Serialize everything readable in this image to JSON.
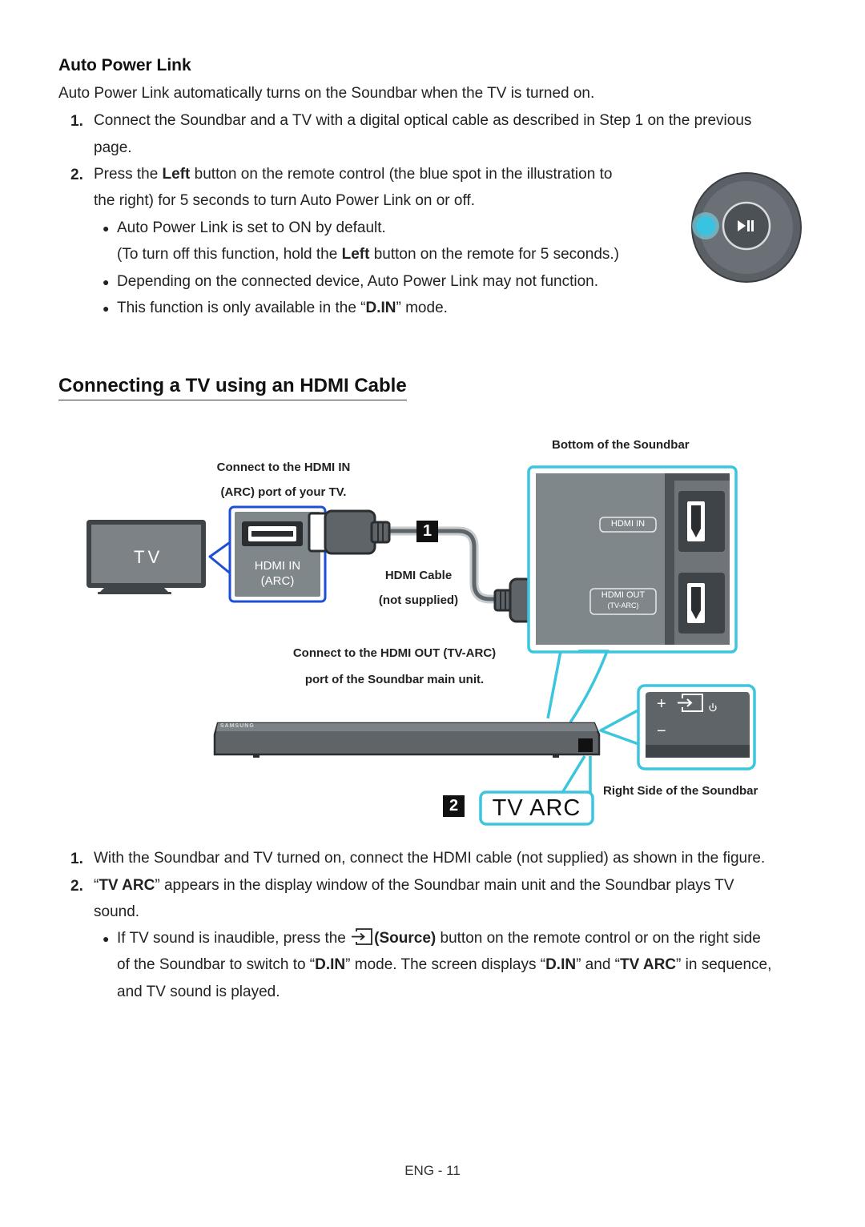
{
  "auto_power_link": {
    "heading": "Auto Power Link",
    "intro": "Auto Power Link automatically turns on the Soundbar when the TV is turned on.",
    "step1_num": "1.",
    "step1_line1": "Connect the Soundbar and a TV with a digital optical cable as described in Step 1 on the previous",
    "step1_line2": "page.",
    "step2_num": "2.",
    "step2_pre": "Press the ",
    "step2_bold": "Left",
    "step2_post": " button on the remote control (the blue spot in the illustration to",
    "step2_line2": "the right) for 5 seconds to turn Auto Power Link on or off.",
    "bullet1": "Auto Power Link is set to ON by default.",
    "bullet1_sub_pre": "(To turn off this function, hold the ",
    "bullet1_sub_bold": "Left",
    "bullet1_sub_post": " button on the remote for 5 seconds.)",
    "bullet2": "Depending on the connected device, Auto Power Link may not function.",
    "bullet3_pre": "This function is only available in the “",
    "bullet3_bold": "D.IN",
    "bullet3_post": "” mode."
  },
  "hdmi_section": {
    "heading": "Connecting a TV using an HDMI Cable"
  },
  "diagram": {
    "tv_label": "TV",
    "tv_port_line1": "HDMI IN",
    "tv_port_line2": "(ARC)",
    "callout_tv_line1": "Connect to the HDMI IN",
    "callout_tv_line2": "(ARC) port of your TV.",
    "bottom_label": "Bottom of the Soundbar",
    "port_hdmi_in": "HDMI IN",
    "port_hdmi_out_line1": "HDMI OUT",
    "port_hdmi_out_line2": "(TV-ARC)",
    "cable_line1": "HDMI Cable",
    "cable_line2": "(not supplied)",
    "callout_sb_line1": "Connect to the HDMI OUT (TV-ARC)",
    "callout_sb_line2": "port of the Soundbar main unit.",
    "step_marker_1": "1",
    "step_marker_2": "2",
    "display_text": "TV ARC",
    "right_side_label": "Right Side of the Soundbar",
    "brand": "SAMSUNG",
    "plus": "+",
    "minus": "−",
    "accent_color": "#3cc6dd",
    "port_box_color": "#1f4fd6"
  },
  "hdmi_steps": {
    "step1_num": "1.",
    "step1": "With the Soundbar and TV turned on, connect the HDMI cable (not supplied) as shown in the figure.",
    "step2_num": "2.",
    "step2_pre": "“",
    "step2_bold": "TV ARC",
    "step2_post": "” appears in the display window of the Soundbar main unit and the Soundbar plays TV",
    "step2_line2": "sound.",
    "bullet_pre": "If TV sound is inaudible, press the ",
    "bullet_source": "(Source)",
    "bullet_post": " button on the remote control or on the right side",
    "bullet_line2_pre": "of the Soundbar to switch to “",
    "bullet_line2_b1": "D.IN",
    "bullet_line2_mid1": "” mode. The screen displays “",
    "bullet_line2_b2": "D.IN",
    "bullet_line2_mid2": "” and “",
    "bullet_line2_b3": "TV ARC",
    "bullet_line2_post": "” in sequence,",
    "bullet_line3": "and TV sound is played."
  },
  "footer": {
    "page_label": "ENG - 11"
  }
}
